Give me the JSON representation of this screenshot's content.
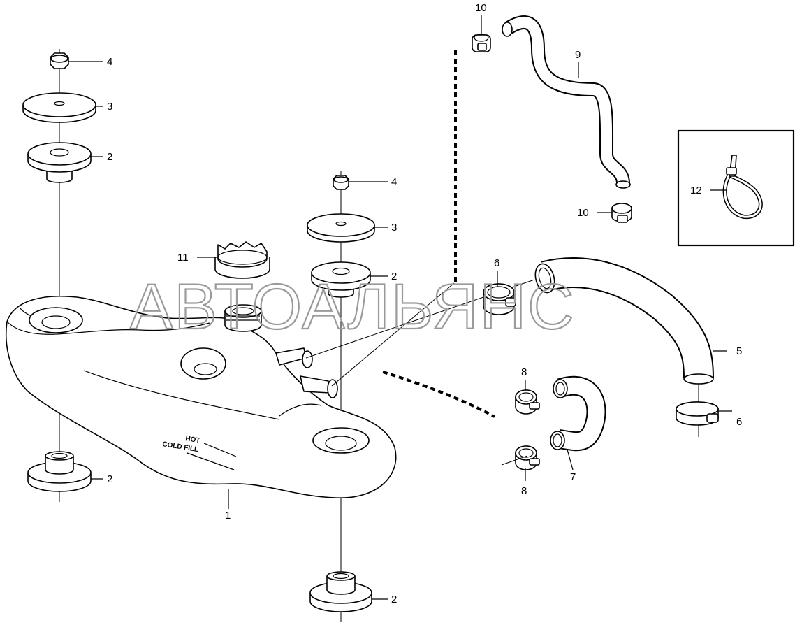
{
  "watermark": "АВТОАЛЬЯНС",
  "tank_labels": {
    "hot": "HOT",
    "cold": "COLD FILL"
  },
  "callouts": {
    "c1": "1",
    "c2a": "2",
    "c2b": "2",
    "c2c": "2",
    "c2d": "2",
    "c3a": "3",
    "c3b": "3",
    "c4a": "4",
    "c4b": "4",
    "c5": "5",
    "c6a": "6",
    "c6b": "6",
    "c7": "7",
    "c8a": "8",
    "c8b": "8",
    "c9": "9",
    "c10a": "10",
    "c10b": "10",
    "c11": "11",
    "c12": "12"
  }
}
